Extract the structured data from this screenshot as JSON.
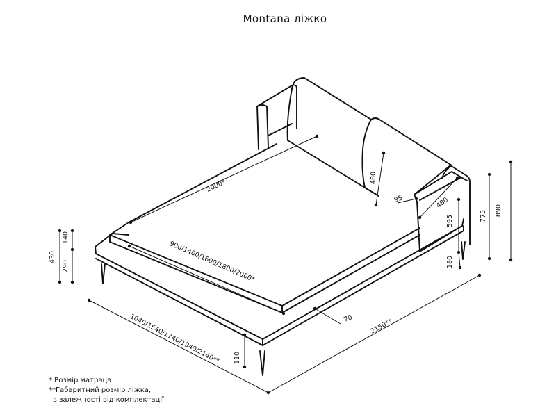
{
  "title": "Montana ліжко",
  "dimensions": {
    "mattress_length": "2000*",
    "mattress_widths": "900/1400/1600/1800/2000*",
    "overall_widths": "1040/1540/1740/1940/2140**",
    "overall_length": "2150**",
    "headboard_depth": "70",
    "headboard_cushion_height": "480",
    "cushion_depth": "95",
    "side_cushion_height": "480",
    "side_panel_height": "595",
    "leg_height_side": "180",
    "side_total": "775",
    "total_height": "890",
    "left_total": "430",
    "left_upper": "140",
    "left_lower": "290",
    "leg_height_front": "110"
  },
  "footnotes": {
    "mattress": "* Розмір матраца",
    "overall": "**Габаритний розмір ліжка,",
    "overall_cont": "в залежності від комплектації"
  }
}
